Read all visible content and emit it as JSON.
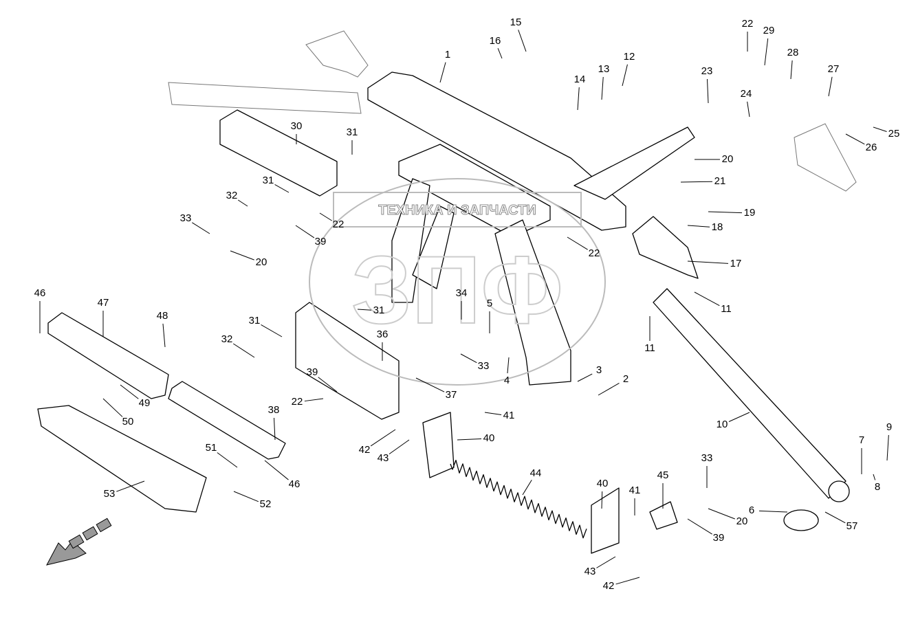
{
  "diagram": {
    "watermark": {
      "text": "ТЕХНИКА И ЗАПЧАСТИ",
      "logo": "ЗПФ"
    },
    "labels": [
      "1",
      "15",
      "16",
      "12",
      "13",
      "14",
      "22",
      "29",
      "28",
      "27",
      "23",
      "24",
      "25",
      "26",
      "30",
      "31",
      "20",
      "21",
      "31",
      "32",
      "22",
      "33",
      "39",
      "20",
      "19",
      "18",
      "22",
      "17",
      "46",
      "47",
      "48",
      "31",
      "34",
      "5",
      "11",
      "11",
      "31",
      "32",
      "36",
      "33",
      "4",
      "3",
      "2",
      "39",
      "22",
      "37",
      "41",
      "49",
      "50",
      "38",
      "40",
      "42",
      "43",
      "51",
      "46",
      "10",
      "9",
      "7",
      "8",
      "53",
      "52",
      "44",
      "40",
      "41",
      "45",
      "33",
      "20",
      "39",
      "6",
      "57",
      "43",
      "42"
    ],
    "direction_arrow": "front-direction-arrow"
  }
}
